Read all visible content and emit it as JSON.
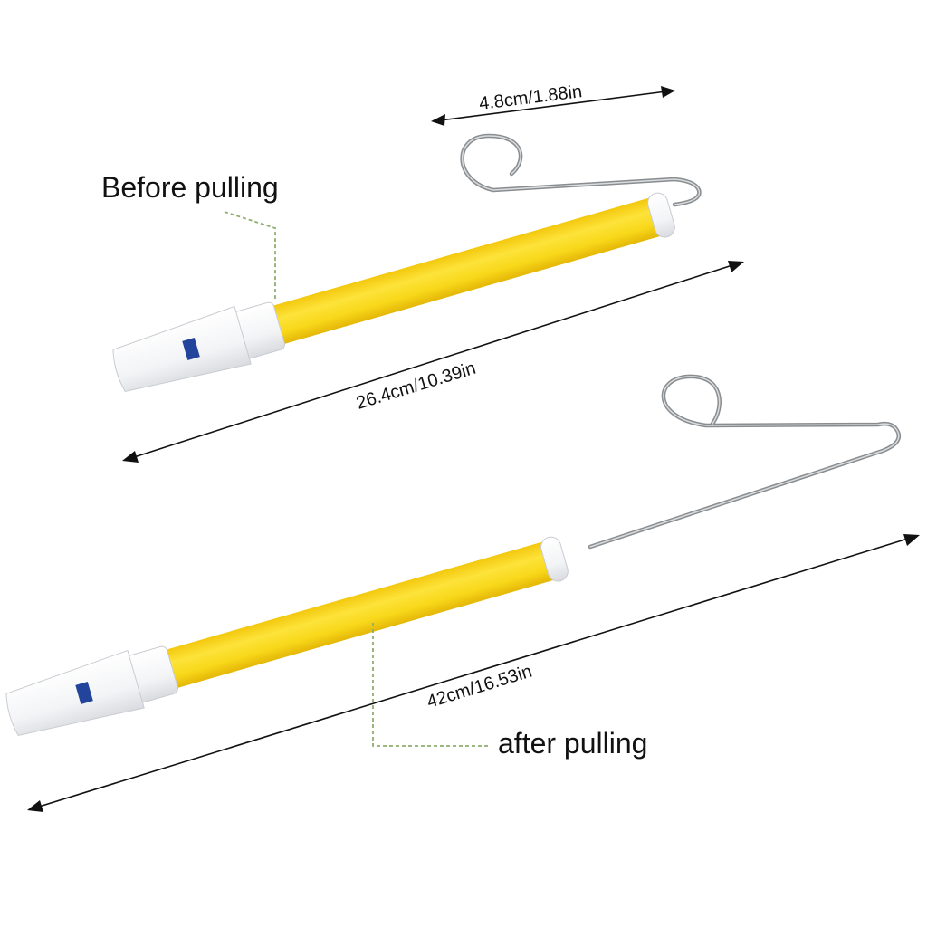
{
  "labels": {
    "before": "Before pulling",
    "after": "after pulling"
  },
  "dimensions": {
    "hook": "4.8cm/1.88in",
    "before_length": "26.4cm/10.39in",
    "after_length": "42cm/16.53in"
  },
  "colors": {
    "tube": "#f8d81a",
    "tube_shade": "#e9c20c",
    "mouthpiece": "#f4f5f7",
    "window": "#23449b",
    "wire": "#8a8d90",
    "leader": "#8fae6f",
    "text": "#111111"
  }
}
